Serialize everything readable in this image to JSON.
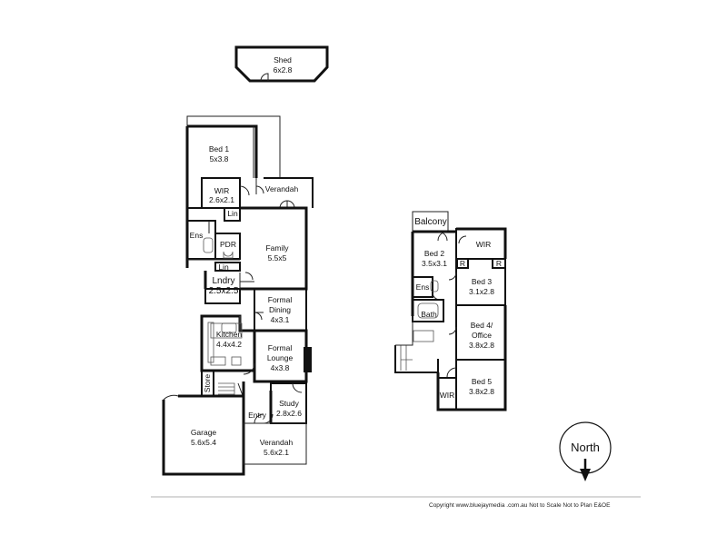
{
  "shed": {
    "name": "Shed",
    "dim": "6x2.8"
  },
  "ground_floor": {
    "bed1": {
      "name": "Bed 1",
      "dim": "5x3.8"
    },
    "wir": {
      "name": "WIR",
      "dim": "2.6x2.1"
    },
    "verandah_rear": {
      "name": "Verandah"
    },
    "lin1": {
      "name": "Lin"
    },
    "ens": {
      "name": "Ens"
    },
    "pdr": {
      "name": "PDR"
    },
    "family": {
      "name": "Family",
      "dim": "5.5x5"
    },
    "lin2": {
      "name": "Lin"
    },
    "lndry": {
      "name": "Lndry",
      "dim": "2.5x2.5"
    },
    "formal_dining": {
      "name1": "Formal",
      "name2": "Dining",
      "dim": "4x3.1"
    },
    "kitchen": {
      "name": "Kitchen",
      "dim": "4.4x4.2"
    },
    "formal_lounge": {
      "name1": "Formal",
      "name2": "Lounge",
      "dim": "4x3.8"
    },
    "store": {
      "name": "Store"
    },
    "entry": {
      "name": "Entry"
    },
    "study": {
      "name": "Study",
      "dim": "2.8x2.6"
    },
    "garage": {
      "name": "Garage",
      "dim": "5.6x5.4"
    },
    "verandah_front": {
      "name": "Verandah",
      "dim": "5.6x2.1"
    }
  },
  "upper_floor": {
    "balcony": {
      "name": "Balcony"
    },
    "wir_top": {
      "name": "WIR"
    },
    "bed2": {
      "name": "Bed 2",
      "dim": "3.5x3.1"
    },
    "r1": {
      "name": "R"
    },
    "r2": {
      "name": "R"
    },
    "ens": {
      "name": "Ens"
    },
    "bed3": {
      "name": "Bed 3",
      "dim": "3.1x2.8"
    },
    "bath": {
      "name": "Bath"
    },
    "bed4": {
      "name1": "Bed 4/",
      "name2": "Office",
      "dim": "3.8x2.8"
    },
    "bed5": {
      "name": "Bed 5",
      "dim": "3.8x2.8"
    },
    "wir_bottom": {
      "name": "WIR"
    }
  },
  "north": {
    "label": "North"
  },
  "footer": {
    "copyright": "Copyright www.bluejaymedia .com.au  Not to Scale Not to Plan E&OE"
  }
}
